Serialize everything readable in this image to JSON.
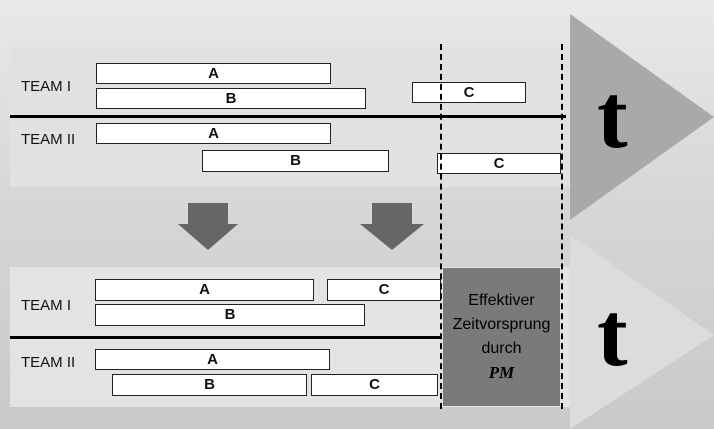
{
  "top_panel": {
    "team1": {
      "label": "TEAM I",
      "bars": [
        "A",
        "B",
        "C"
      ]
    },
    "team2": {
      "label": "TEAM II",
      "bars": [
        "A",
        "B",
        "C"
      ]
    },
    "axis_label": "t"
  },
  "bottom_panel": {
    "team1": {
      "label": "TEAM I",
      "bars": [
        "A",
        "C",
        "B"
      ]
    },
    "team2": {
      "label": "TEAM II",
      "bars": [
        "A",
        "B",
        "C"
      ]
    },
    "axis_label": "t",
    "callout": {
      "line1": "Effektiver",
      "line2": "Zeitvorsprung",
      "line3": "durch",
      "line4": "PM"
    }
  },
  "colors": {
    "panel": "#e1e1e1",
    "arrow_head": "#a9a9a9",
    "down_arrow": "#666666",
    "callout": "#7a7a7a"
  }
}
